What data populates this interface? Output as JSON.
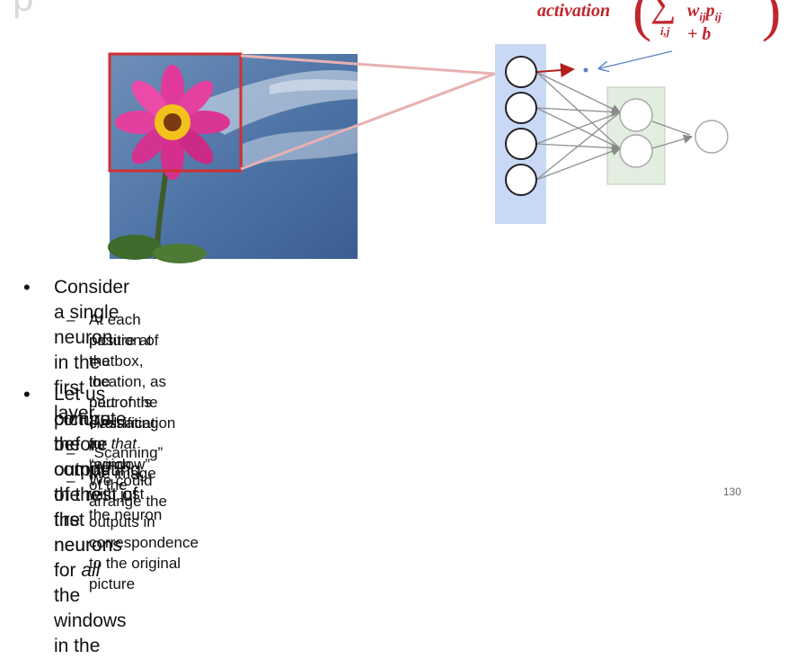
{
  "slide": {
    "title_fragment": "p",
    "formula": {
      "activation": "activation",
      "sum_symbol": "∑",
      "sum_subscript": "i,j",
      "term": "w",
      "term_sub1": "ij",
      "term_p": "p",
      "term_sub2": "ij",
      "plus_b": " + b"
    },
    "bullets": [
      {
        "text": "Consider a single neuron in the first layer",
        "subitems": [
          {
            "line1": "At each position of the box, the neuron is evaluating a “window” of the",
            "line2_before": "picture at that location, as part of the classification for ",
            "line2_italic": "that",
            "line2_after": " region"
          }
        ]
      },
      {
        "line1_before": "Let us compute the output of the first neuron for ",
        "line1_italic": "all",
        "line1_after": " the windows in the",
        "line2": "picture before computing the rest of the neurons",
        "subitems": [
          "“Scanning” the image with just the neuron",
          "We could arrange the outputs in correspondence to the original picture"
        ]
      }
    ],
    "page_number": "130"
  },
  "colors": {
    "accent_red": "#c0262d",
    "layer_blue": "#c9d8f5",
    "layer_green": "#e2eedf",
    "arrow_blue": "#5b82c4"
  }
}
